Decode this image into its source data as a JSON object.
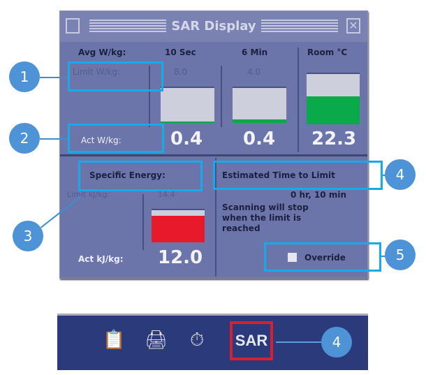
{
  "window": {
    "title": "SAR Display",
    "close_glyph": "✕"
  },
  "avg": {
    "label": "Avg W/kg:",
    "col1": "10 Sec",
    "col2": "6 Min",
    "room": "Room °C",
    "limit_label": "Limit W/kg:",
    "limit_10s": "8.0",
    "limit_6m": "4.0",
    "act_label": "Act W/kg:",
    "act_10s": "0.4",
    "act_6m": "0.4",
    "room_value": "22.3",
    "fill_10s": 0.05,
    "fill_6m": 0.1,
    "fill_room": 0.55
  },
  "energy": {
    "title": "Specific Energy:",
    "limit_label": "Limit kJ/kg:",
    "limit_value": "14.4",
    "act_label": "Act kJ/kg:",
    "act_value": "12.0",
    "fill": 0.83
  },
  "time": {
    "title": "Estimated Time to Limit",
    "value": "0 hr, 10 min",
    "message": "Scanning will stop when the limit is reached",
    "override_label": "Override"
  },
  "colors": {
    "green": "#0aaa4a",
    "red": "#e8192a",
    "callout": "#4d93d6"
  },
  "callouts": [
    "1",
    "2",
    "3",
    "4",
    "5",
    "4"
  ],
  "taskbar": {
    "sar_label": "SAR",
    "icons": [
      "clipboard-icon",
      "scanner-icon",
      "stopwatch-icon"
    ]
  }
}
